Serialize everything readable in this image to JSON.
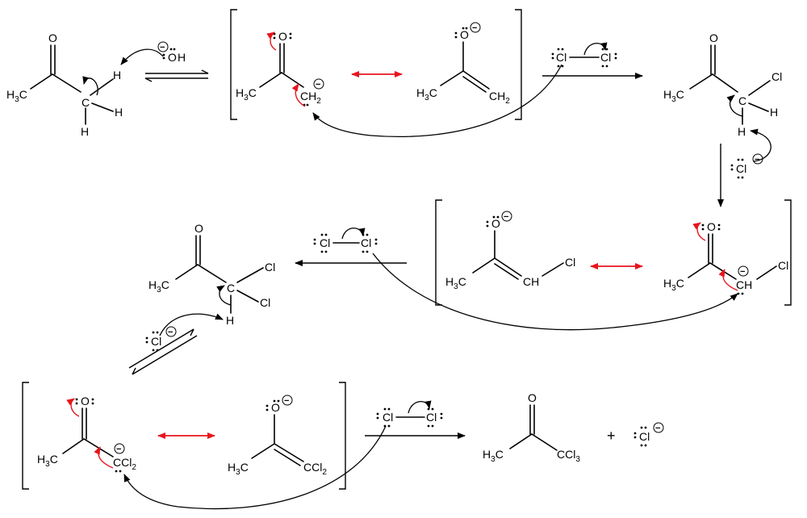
{
  "labels": {
    "O": "O",
    "H": "H",
    "H3C": "H3C",
    "C": "C",
    "CH2": "CH2",
    "Cl": "Cl",
    "OH": "OH",
    "CH": "CH",
    "CCl2": "CCl2",
    "CCl3": "CCl3",
    "plus": "+",
    "minus": "−"
  },
  "colors": {
    "ink": "#000000",
    "electron_arrow": "#e8141e",
    "resonance_arrow": "#e8141e"
  }
}
